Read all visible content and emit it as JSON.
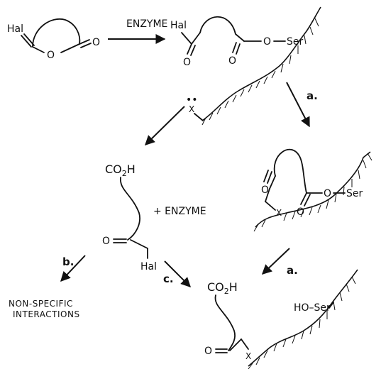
{
  "scheme": {
    "reactant": {
      "hal": "Hal",
      "ring_o": "O",
      "carbonyl_o": "O"
    },
    "top_arrow_label": "ENZYME",
    "acyl_enzyme": {
      "hal": "Hal",
      "ketone_o": "O",
      "ester_o": "O",
      "link": "O",
      "residue": "Ser"
    },
    "nucleophile": {
      "atom": "X",
      "lone_pair": "••"
    },
    "step_a_label": "a.",
    "alkylated": {
      "ketone_o": "O",
      "ester_o": "O",
      "link": "O",
      "residue": "Ser",
      "x": "X"
    },
    "released": {
      "acid_c": "CO",
      "acid_sub": "2",
      "acid_h": "H",
      "ketone_o": "O",
      "hal": "Hal",
      "plus_enzyme": "+ ENZYME"
    },
    "step_b_label": "b.",
    "step_c_label": "c.",
    "nonspecific": [
      "NON-SPECIFIC",
      "INTERACTIONS"
    ],
    "final": {
      "acid_c": "CO",
      "acid_sub": "2",
      "acid_h": "H",
      "ketone_o": "O",
      "x": "X",
      "hoser": "HO–Ser"
    },
    "step_a2_label": "a."
  }
}
